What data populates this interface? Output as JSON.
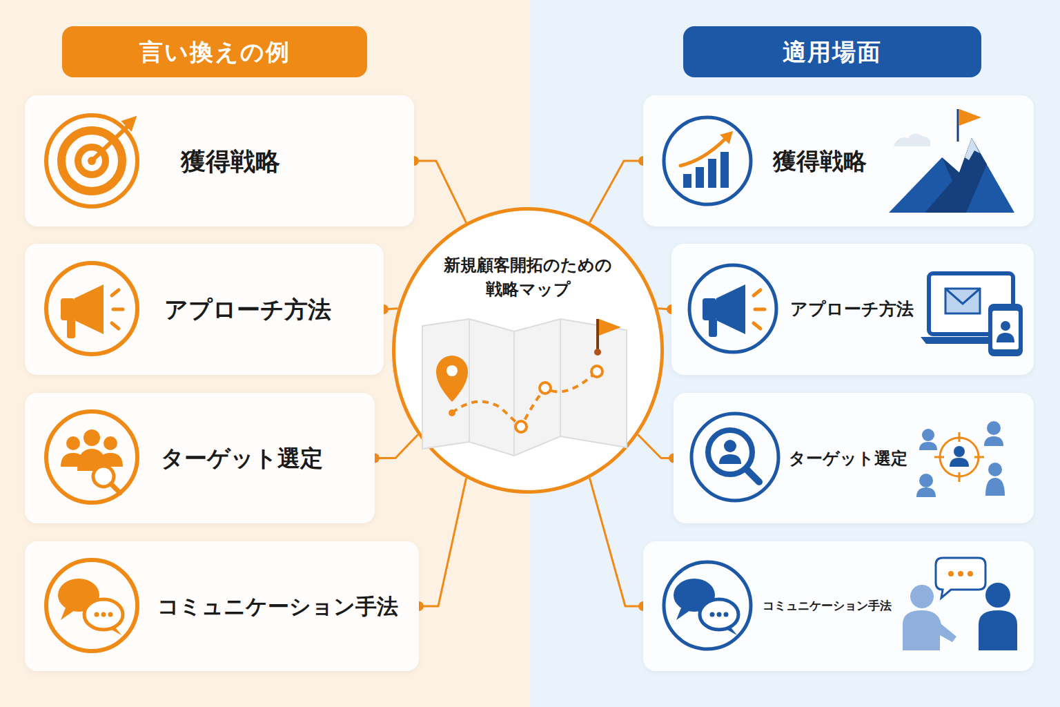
{
  "diagram": {
    "nodes": [
      {
        "text": [
          "言い換えの例"
        ]
      },
      {
        "text": [
          "適用場面"
        ]
      },
      {
        "text": [
          "新規顧客開拓のための 戦略マップ"
        ]
      },
      {
        "text": [
          "獲得戦略"
        ]
      },
      {
        "text": [
          "アプローチ方法"
        ]
      },
      {
        "text": [
          "ターゲット選定"
        ]
      },
      {
        "text": [
          "コミュニケーション手法"
        ]
      },
      {
        "text": [
          "獲得戦略"
        ]
      },
      {
        "text": [
          "アプローチ方法"
        ]
      },
      {
        "text": [
          "ターゲット選定"
        ]
      },
      {
        "text": [
          "コミュニケーション手法"
        ]
      }
    ],
    "edges": [
      {
        "from": 2,
        "to": 3,
        "arrow": "none"
      },
      {
        "from": 2,
        "to": 4,
        "arrow": "none"
      },
      {
        "from": 2,
        "to": 5,
        "arrow": "none"
      },
      {
        "from": 2,
        "to": 6,
        "arrow": "none"
      },
      {
        "from": 2,
        "to": 7,
        "arrow": "none"
      },
      {
        "from": 2,
        "to": 8,
        "arrow": "none"
      },
      {
        "from": 2,
        "to": 9,
        "arrow": "none"
      },
      {
        "from": 2,
        "to": 10,
        "arrow": "none"
      }
    ]
  }
}
